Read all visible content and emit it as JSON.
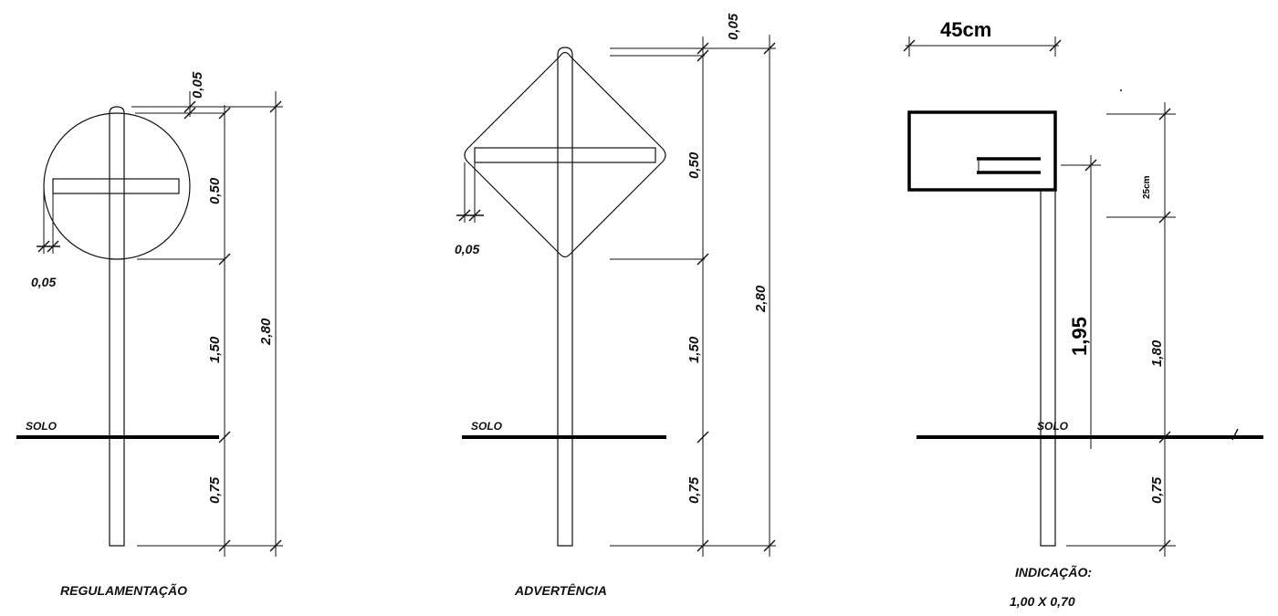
{
  "signs": {
    "regulamentacao": {
      "caption": "REGULAMENTAÇÃO",
      "dim_offset_top": "0,05",
      "dim_offset_side": "0,05",
      "dim_sign": "0,50",
      "dim_clear": "1,50",
      "dim_buried": "0,75",
      "dim_total": "2,80",
      "ground": "SOLO"
    },
    "advertencia": {
      "caption": "ADVERTÊNCIA",
      "dim_offset_top": "0,05",
      "dim_offset_side": "0,05",
      "dim_sign": "0,50",
      "dim_clear": "1,50",
      "dim_buried": "0,75",
      "dim_total": "2,80",
      "ground": "SOLO"
    },
    "indicacao": {
      "caption": "INDICAÇÃO:",
      "caption_size": "1,00 X 0,70",
      "dim_width": "45cm",
      "dim_height": "25cm",
      "dim_pole": "1,95",
      "dim_clear": "1,80",
      "dim_buried": "0,75",
      "ground": "SOLO"
    }
  }
}
